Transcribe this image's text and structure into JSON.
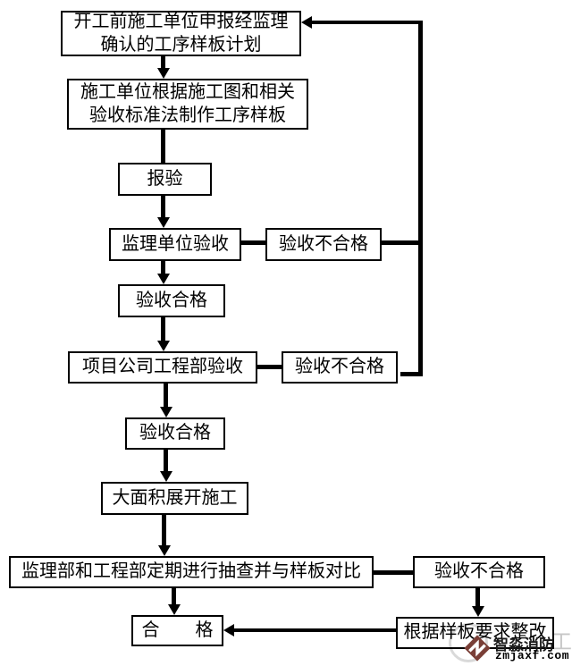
{
  "diagram": {
    "background": "#ffffff",
    "line_color": "#000000",
    "box_border_color": "#000000",
    "text_color": "#000000"
  },
  "nodes": {
    "plan": {
      "lines": [
        "开工前施工单位申报经监理",
        "确认的工序样板计划"
      ]
    },
    "make": {
      "lines": [
        "施工单位根据施工图和相关",
        "验收标准法制作工序样板"
      ]
    },
    "submit": {
      "label": "报验"
    },
    "supervisor": {
      "label": "监理单位验收"
    },
    "fail1": {
      "label": "验收不合格"
    },
    "pass1": {
      "label": "验收合格"
    },
    "project": {
      "label": "项目公司工程部验收"
    },
    "fail2": {
      "label": "验收不合格"
    },
    "pass2": {
      "label": "验收合格"
    },
    "construct": {
      "label": "大面积展开施工"
    },
    "spot_check": {
      "label": "监理部和工程部定期进行抽查并与样板对比"
    },
    "fail3": {
      "label": "验收不合格"
    },
    "pass_final": {
      "label": "合　　格"
    },
    "rectify": {
      "label": "根据样板要求整改"
    }
  },
  "watermark": {
    "brand": "智淼消防",
    "domain": "zmjaxf.com",
    "logo_color": "#7a3f37",
    "ghost_char": "工"
  }
}
